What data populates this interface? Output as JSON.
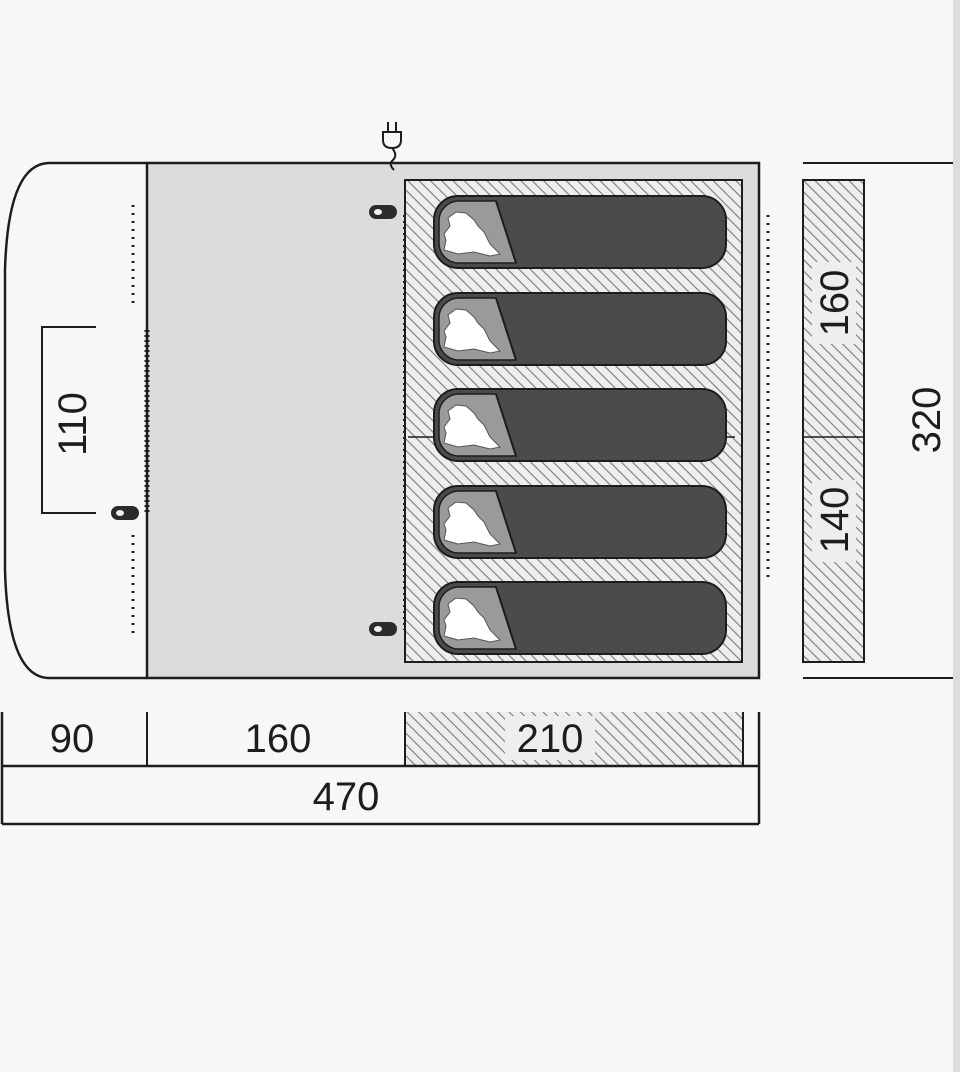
{
  "floorplan": {
    "dimensions": {
      "porch_depth": "90",
      "living_length": "160",
      "bedroom_length": "210",
      "total_length": "470",
      "door_width": "110",
      "bedroom_part_a": "160",
      "bedroom_part_b": "140",
      "total_width": "320"
    },
    "sleeping_bag_count": 5,
    "colors": {
      "outline": "#1d1d1d",
      "living_floor": "#dcdcdc",
      "bedroom_hatch": "#8a8a8a",
      "sleeping_bag": "#4a4a4a",
      "hood": "#8f8f8f",
      "background": "#f7f7f7"
    },
    "icons": [
      "power-plug-icon",
      "light-point-icon",
      "sleeping-bag-icon"
    ]
  }
}
